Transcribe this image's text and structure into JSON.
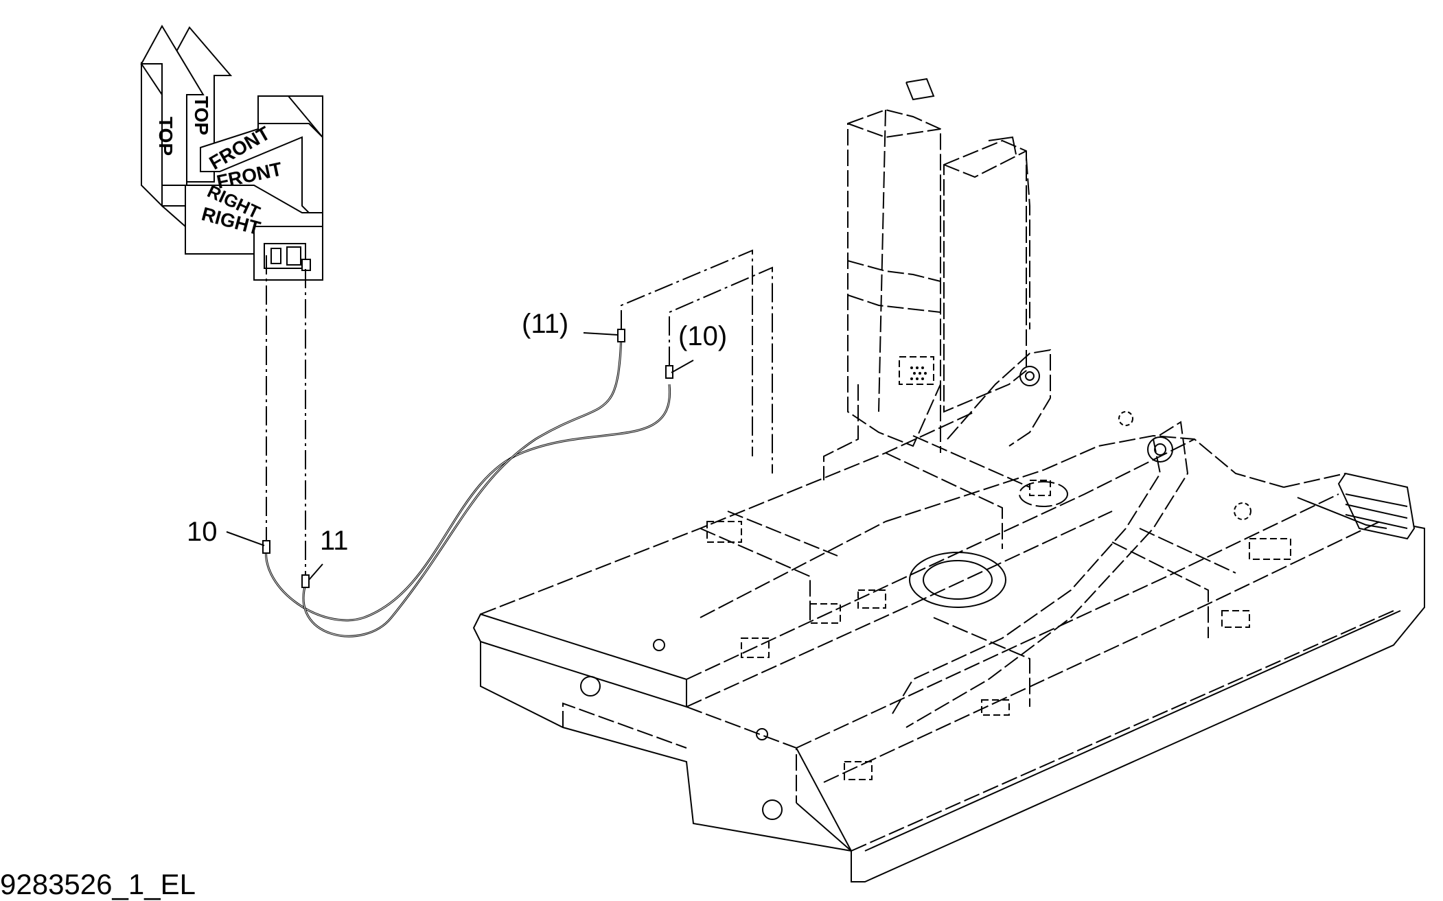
{
  "orientation": {
    "labels": [
      "TOP",
      "TOP",
      "FRONT",
      "FRONT",
      "RIGHT",
      "RIGHT"
    ],
    "icon": "orientation-arrows-icon"
  },
  "callouts": {
    "c11_paren": "(11)",
    "c10_paren": "(10)",
    "c10": "10",
    "c11": "11"
  },
  "drawing_id": "9283526_1_EL",
  "colors": {
    "line": "#000000",
    "background": "#ffffff"
  }
}
